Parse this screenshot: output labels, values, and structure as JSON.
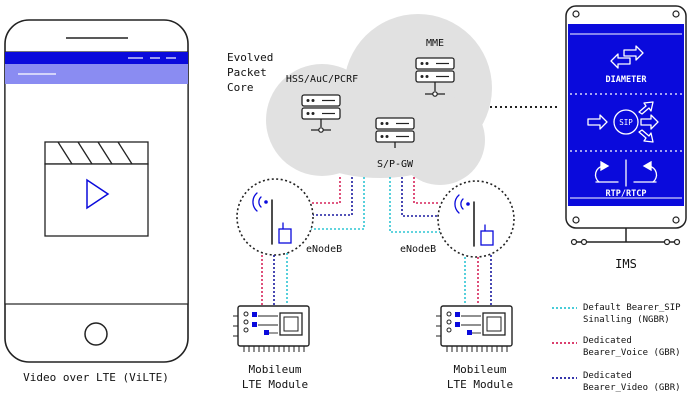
{
  "phone": {
    "caption": "Video over LTE (ViLTE)"
  },
  "epc": {
    "title_line1": "Evolved",
    "title_line2": "Packet",
    "title_line3": "Core",
    "mme_label": "MME",
    "hss_label": "HSS/AuC/PCRF",
    "spgw_label": "S/P-GW"
  },
  "enodeb": {
    "left_label": "eNodeB",
    "right_label": "eNodeB"
  },
  "modules": {
    "left_line1": "Mobileum",
    "left_line2": "LTE Module",
    "right_line1": "Mobileum",
    "right_line2": "LTE Module"
  },
  "ims": {
    "label": "IMS",
    "diameter_label": "DIAMETER",
    "sip_label": "SIP",
    "rtp_label": "RTP/RTCP"
  },
  "legend": {
    "items": [
      {
        "line1": "Default Bearer_SIP",
        "line2": "Sinalling (NGBR)",
        "color": "#2ec5d3"
      },
      {
        "line1": "Dedicated",
        "line2": "Bearer_Voice (GBR)",
        "color": "#d6245a"
      },
      {
        "line1": "Dedicated",
        "line2": "Bearer_Video (GBR)",
        "color": "#1a1aa0"
      }
    ]
  },
  "colors": {
    "blue": "#0a0adc",
    "lightblue": "#8a8cf2",
    "cloud": "#e1e1e1",
    "cyan": "#2ec5d3",
    "pink": "#d6245a",
    "navy": "#1a1aa0"
  }
}
